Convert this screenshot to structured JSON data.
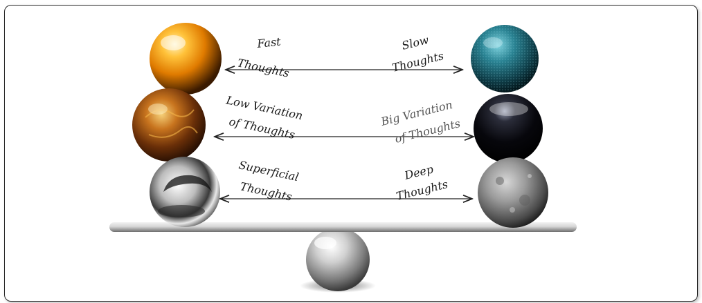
{
  "diagram": {
    "left_side": {
      "row1": [
        "Fast",
        "Thoughts"
      ],
      "row2": [
        "Low Variation",
        "of Thoughts"
      ],
      "row3": [
        "Superficial",
        "Thoughts"
      ]
    },
    "right_side": {
      "row1": [
        "Slow",
        "Thoughts"
      ],
      "row2": [
        "Big Variation",
        "of Thoughts"
      ],
      "row3": [
        "Deep",
        "Thoughts"
      ]
    },
    "spheres": {
      "left": [
        "orange-glossy-sphere",
        "fiery-marbled-sphere",
        "chrome-sphere"
      ],
      "right": [
        "teal-textured-sphere",
        "black-glossy-sphere",
        "gray-cratered-sphere"
      ],
      "fulcrum": "silver-fulcrum-sphere"
    },
    "colors": {
      "orange": "#f39a12",
      "teal": "#1e6f7e",
      "black": "#0a0a12",
      "chrome": "#d9d9d9",
      "gray_moon": "#8a8a8a",
      "beam": "#cfcfcf"
    }
  }
}
